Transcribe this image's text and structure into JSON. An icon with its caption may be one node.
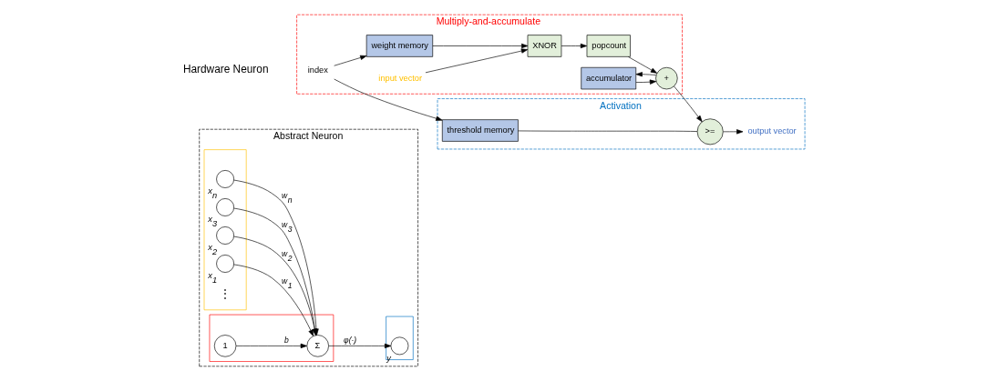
{
  "diagram": {
    "nodes": [
      {
        "text": [
          "Abstract Neuron"
        ]
      },
      {
        "text": [],
        "shape": "box",
        "in": 0
      },
      {
        "text": [],
        "shape": "box",
        "in": 0
      },
      {
        "text": [],
        "shape": "box",
        "in": 0
      },
      {
        "text": [],
        "shape": "circle",
        "beside": [
          "x$_{1}$"
        ],
        "in": 1
      },
      {
        "text": [],
        "shape": "circle",
        "beside": [
          "x$_{2}$"
        ],
        "in": 1
      },
      {
        "text": [],
        "shape": "circle",
        "beside": [
          "x$_{3}$"
        ],
        "in": 1
      },
      {
        "text": [],
        "shape": "circle",
        "beside": [
          "x$_{n}$"
        ],
        "in": 1
      },
      {
        "text": [
          "Σ"
        ],
        "in": 2
      },
      {
        "text": [
          "1"
        ],
        "in": 2
      },
      {
        "text": [],
        "shape": "circle",
        "beside": [
          "y"
        ],
        "in": 3
      },
      {
        "text": [
          "Multiply-and-accumulate"
        ]
      },
      {
        "text": [
          "Activation"
        ]
      },
      {
        "text": [
          "index"
        ],
        "in": 11
      },
      {
        "text": [
          "input vector"
        ],
        "in": 11
      },
      {
        "text": [
          "weight memory"
        ],
        "in": 11
      },
      {
        "text": [
          "XNOR"
        ],
        "in": 11
      },
      {
        "text": [
          "popcount"
        ],
        "in": 11
      },
      {
        "text": [
          "accumulator"
        ],
        "in": 11
      },
      {
        "text": [
          "+"
        ],
        "in": 11
      },
      {
        "text": [
          "threshold memory"
        ],
        "in": 12
      },
      {
        "text": [
          ">="
        ],
        "in": 12
      },
      {
        "text": [
          "output vector"
        ],
        "in": 12
      }
    ],
    "edges": [
      {
        "from": 4,
        "to": 8,
        "arrow": "to",
        "label": "w$_{1}$"
      },
      {
        "from": 5,
        "to": 8,
        "arrow": "to",
        "label": "w$_{2}$"
      },
      {
        "from": 6,
        "to": 8,
        "arrow": "to",
        "label": "w$_{3}$"
      },
      {
        "from": 7,
        "to": 8,
        "arrow": "to",
        "label": "w$_{n}$"
      },
      {
        "from": 9,
        "to": 8,
        "arrow": "to",
        "label": "b"
      },
      {
        "from": 8,
        "to": 10,
        "arrow": "to",
        "label": "φ(·)"
      },
      {
        "from": 13,
        "to": 15,
        "arrow": "to"
      },
      {
        "from": 13,
        "to": 20,
        "arrow": "to"
      },
      {
        "from": 14,
        "to": 16,
        "arrow": "to"
      },
      {
        "from": 15,
        "to": 16,
        "arrow": "to"
      },
      {
        "from": 16,
        "to": 17,
        "arrow": "to"
      },
      {
        "from": 17,
        "to": 19,
        "arrow": "to"
      },
      {
        "from": 18,
        "to": 19,
        "arrow": "to"
      },
      {
        "from": 19,
        "to": 18,
        "arrow": "to"
      },
      {
        "from": 19,
        "to": 21,
        "arrow": "to"
      },
      {
        "from": 20,
        "to": 21,
        "arrow": "none"
      },
      {
        "from": 21,
        "to": 22,
        "arrow": "to"
      }
    ],
    "labels": [
      "Hardware Neuron",
      "⋮"
    ]
  }
}
